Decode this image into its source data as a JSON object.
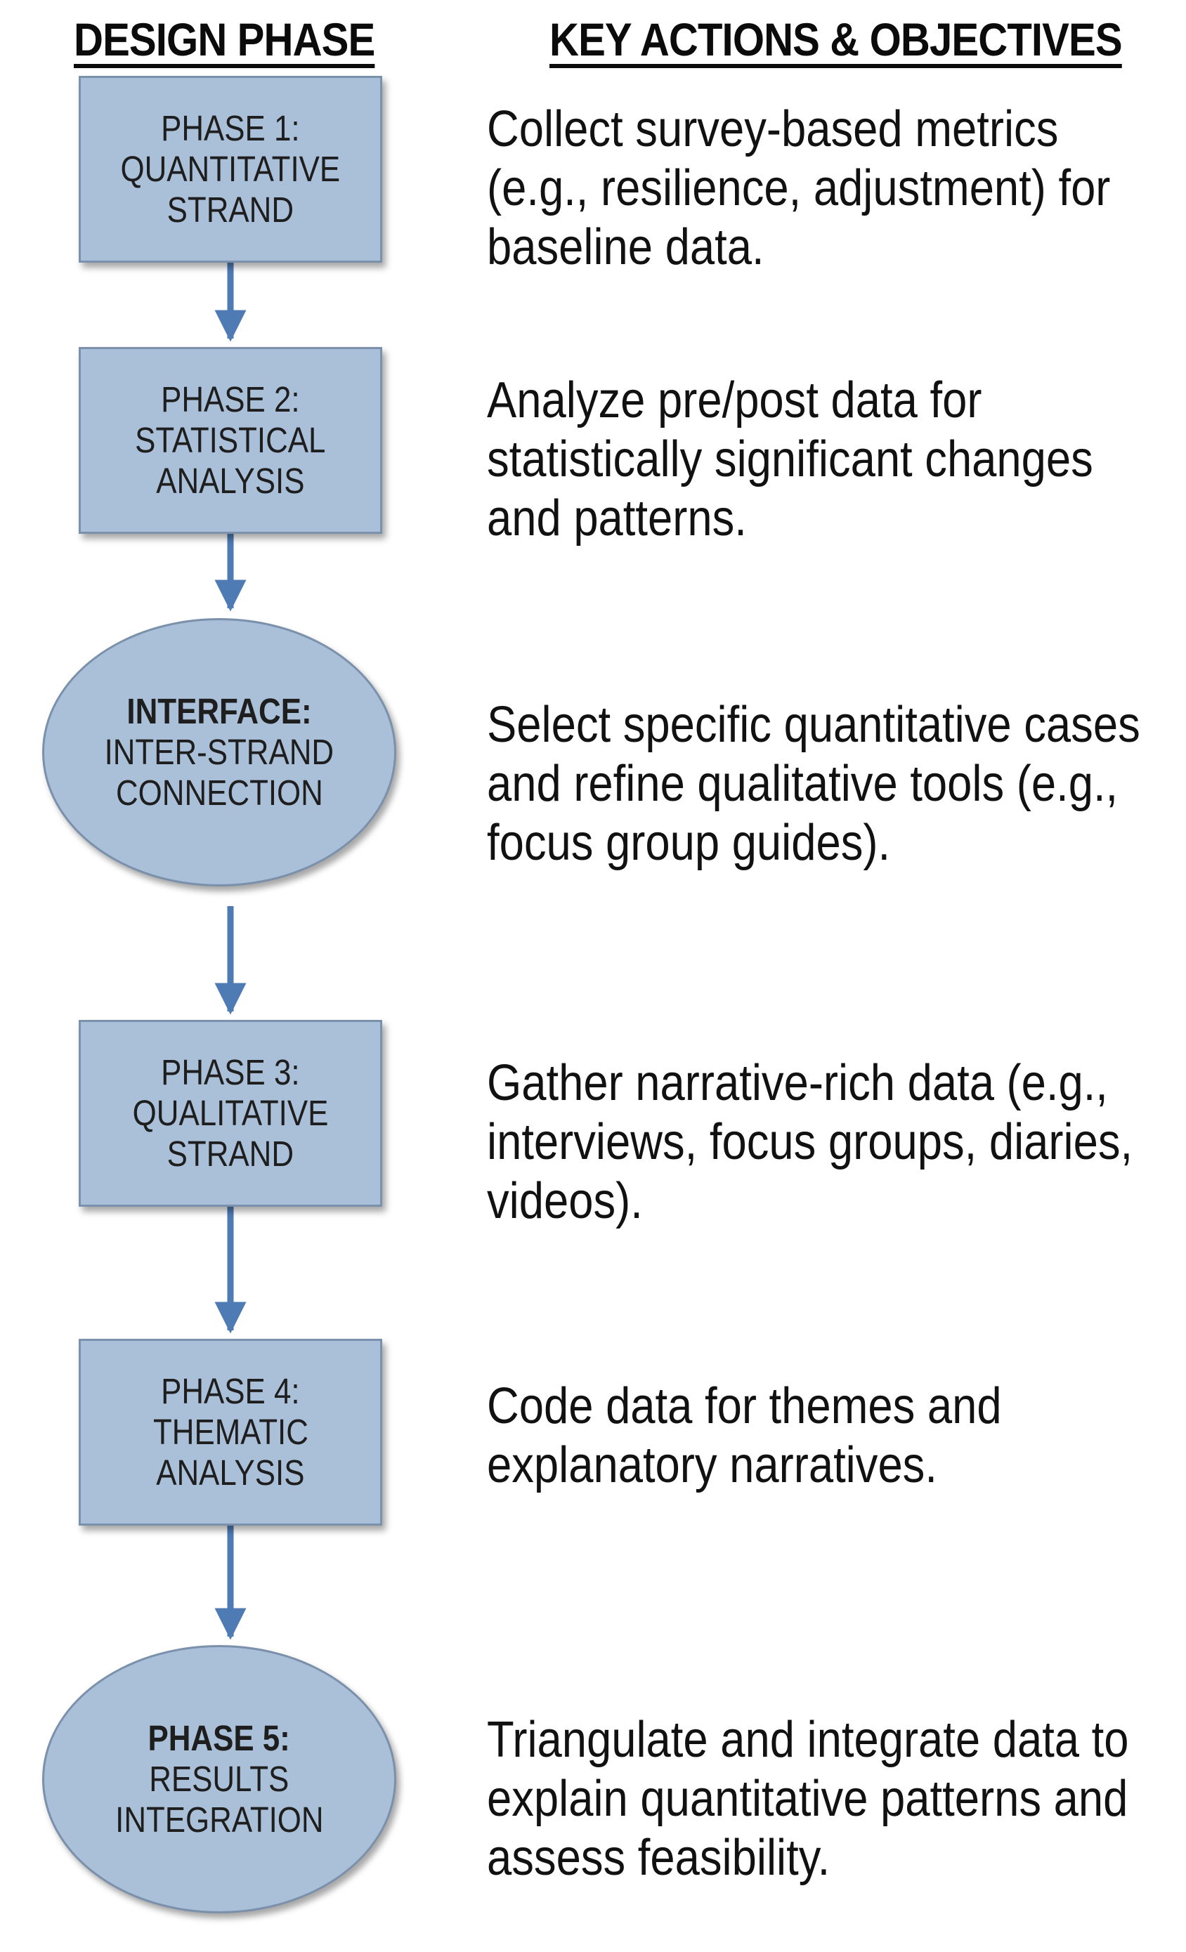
{
  "headers": {
    "design_phase": "DESIGN PHASE",
    "key_actions": "KEY ACTIONS & OBJECTIVES"
  },
  "colors": {
    "node_fill": "#aabfd8",
    "node_border": "#7a90ab",
    "arrow": "#4f7bb5",
    "text": "#111111"
  },
  "steps": [
    {
      "shape": "rectangle",
      "label_lines": [
        "PHASE 1:",
        "QUANTITATIVE",
        "STRAND"
      ],
      "description_lines": [
        "Collect survey-based metrics",
        "(e.g., resilience, adjustment) for",
        "baseline data."
      ]
    },
    {
      "shape": "rectangle",
      "label_lines": [
        "PHASE 2:",
        "STATISTICAL",
        "ANALYSIS"
      ],
      "description_lines": [
        "Analyze pre/post data for",
        "statistically significant changes",
        "and patterns."
      ]
    },
    {
      "shape": "ellipse",
      "label_lines": [
        "INTERFACE:",
        "INTER-STRAND",
        "CONNECTION"
      ],
      "description_lines": [
        "Select specific quantitative cases",
        "and refine qualitative tools (e.g.,",
        "focus group guides)."
      ]
    },
    {
      "shape": "rectangle",
      "label_lines": [
        "PHASE 3:",
        "QUALITATIVE",
        "STRAND"
      ],
      "description_lines": [
        "Gather narrative-rich data (e.g.,",
        "interviews, focus groups, diaries,",
        "videos)."
      ]
    },
    {
      "shape": "rectangle",
      "label_lines": [
        "PHASE 4:",
        "THEMATIC",
        "ANALYSIS"
      ],
      "description_lines": [
        "Code data for themes and",
        "explanatory narratives."
      ]
    },
    {
      "shape": "ellipse",
      "label_lines": [
        "PHASE 5:",
        "RESULTS",
        "INTEGRATION"
      ],
      "description_lines": [
        "Triangulate and integrate data to",
        "explain quantitative patterns and",
        "assess feasibility."
      ]
    }
  ]
}
